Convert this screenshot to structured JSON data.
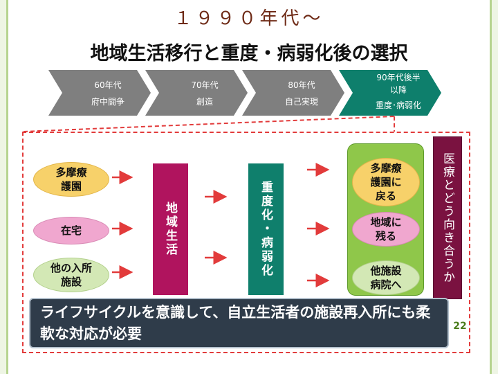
{
  "title": {
    "line1": "１９９０年代～",
    "line2": "地域生活移行と重度・病弱化後の選択"
  },
  "timeline": [
    {
      "line1": "60年代",
      "line2": "府中闘争",
      "color": "#7f7f7f"
    },
    {
      "line1": "70年代",
      "line2": "創造",
      "color": "#7f7f7f"
    },
    {
      "line1": "80年代",
      "line2": "自己実現",
      "color": "#7f7f7f"
    },
    {
      "line1": "90年代後半",
      "line1b": "以降",
      "line2": "重度･病弱化",
      "color": "#0e7f6c"
    }
  ],
  "left_ovals": [
    {
      "text": "多摩療\n護園",
      "color": "#f7d16a"
    },
    {
      "text": "在宅",
      "color": "#f0a7cf"
    },
    {
      "text": "他の入所\n施設",
      "color": "#d3e8b5"
    }
  ],
  "bar_community": {
    "text": "地域生活",
    "color": "#b0145e"
  },
  "bar_severe": {
    "text": "重度化・病弱化",
    "color": "#0f7f6c"
  },
  "right_ovals": [
    {
      "text": "多摩療\n護園に\n戻る",
      "color": "#f7d16a"
    },
    {
      "text": "地域に\n残る",
      "color": "#f0a7cf"
    },
    {
      "text": "他施設\n病院へ",
      "color": "#d3e8b5"
    }
  ],
  "right_box": {
    "text": "医療とどう向き合うか"
  },
  "banner": {
    "text": "ライフサイクルを意識して、自立生活者の施設再入所にも柔軟な対応が必要"
  },
  "page_number": "22",
  "colors": {
    "arrow": "#e23b3b",
    "frame": "#e23b3b",
    "banner": "#2f3c4a"
  }
}
